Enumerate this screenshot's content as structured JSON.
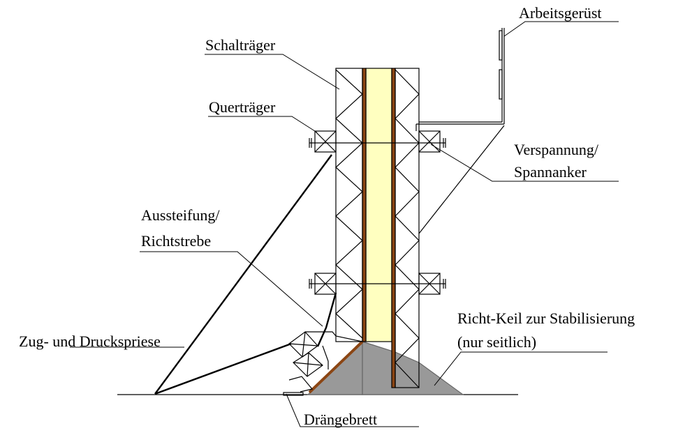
{
  "labels": {
    "arbeitsgeruest": "Arbeitsgerüst",
    "schaltraeger": "Schalträger",
    "quertraeger": "Querträger",
    "verspannung_line1": "Verspannung/",
    "verspannung_line2": "Spannanker",
    "aussteifung_line1": "Aussteifung/",
    "aussteifung_line2": "Richtstrebe",
    "richtkeil_line1": "Richt-Keil zur Stabilisierung",
    "richtkeil_line2": "(nur seitlich)",
    "zug_druck": "Zug- und Druckspriese",
    "draengebrett": "Drängebrett"
  },
  "colors": {
    "concrete_fill": "#ffffc0",
    "formwork_board": "#8b4513",
    "wedge_fill": "#999999",
    "line": "#000000"
  }
}
